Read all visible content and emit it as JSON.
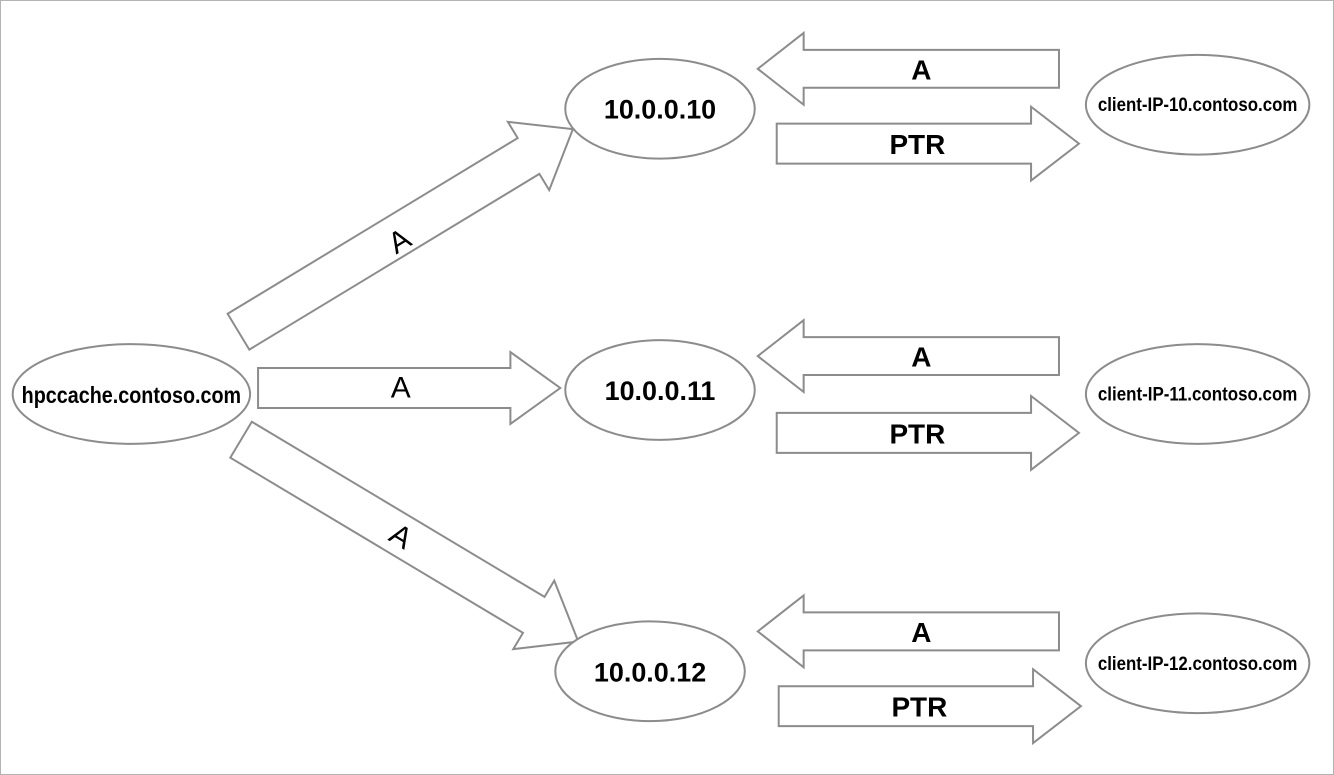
{
  "nodes": {
    "source": {
      "label": "hpccache.contoso.com"
    },
    "rows": [
      {
        "ip": "10.0.0.10",
        "client": "client-IP-10.contoso.com"
      },
      {
        "ip": "10.0.0.11",
        "client": "client-IP-11.contoso.com"
      },
      {
        "ip": "10.0.0.12",
        "client": "client-IP-12.contoso.com"
      }
    ]
  },
  "labels": {
    "a_record": "A",
    "ptr_record": "PTR"
  },
  "colors": {
    "shape_stroke": "#8c8c8c",
    "text": "#000000",
    "background": "#ffffff",
    "frame": "#b3b3b3"
  }
}
